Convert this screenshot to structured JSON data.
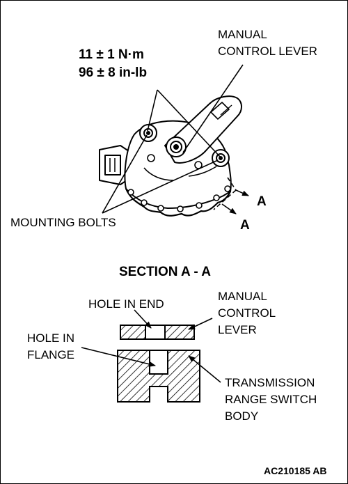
{
  "top": {
    "torque_nm": "11 ± 1 N·m",
    "torque_inlb": "96 ± 8 in-lb",
    "manual_control_lever": [
      "MANUAL",
      "CONTROL LEVER"
    ],
    "mounting_bolts": "MOUNTING BOLTS",
    "section_mark_a1": "A",
    "section_mark_a2": "A"
  },
  "section": {
    "title": "SECTION A - A",
    "hole_in_end": "HOLE IN END",
    "hole_in_flange": [
      "HOLE IN",
      "FLANGE"
    ],
    "manual_control_lever": [
      "MANUAL",
      "CONTROL",
      "LEVER"
    ],
    "transmission_range_switch_body": [
      "TRANSMISSION",
      "RANGE SWITCH",
      "BODY"
    ]
  },
  "figure_id": "AC210185 AB"
}
